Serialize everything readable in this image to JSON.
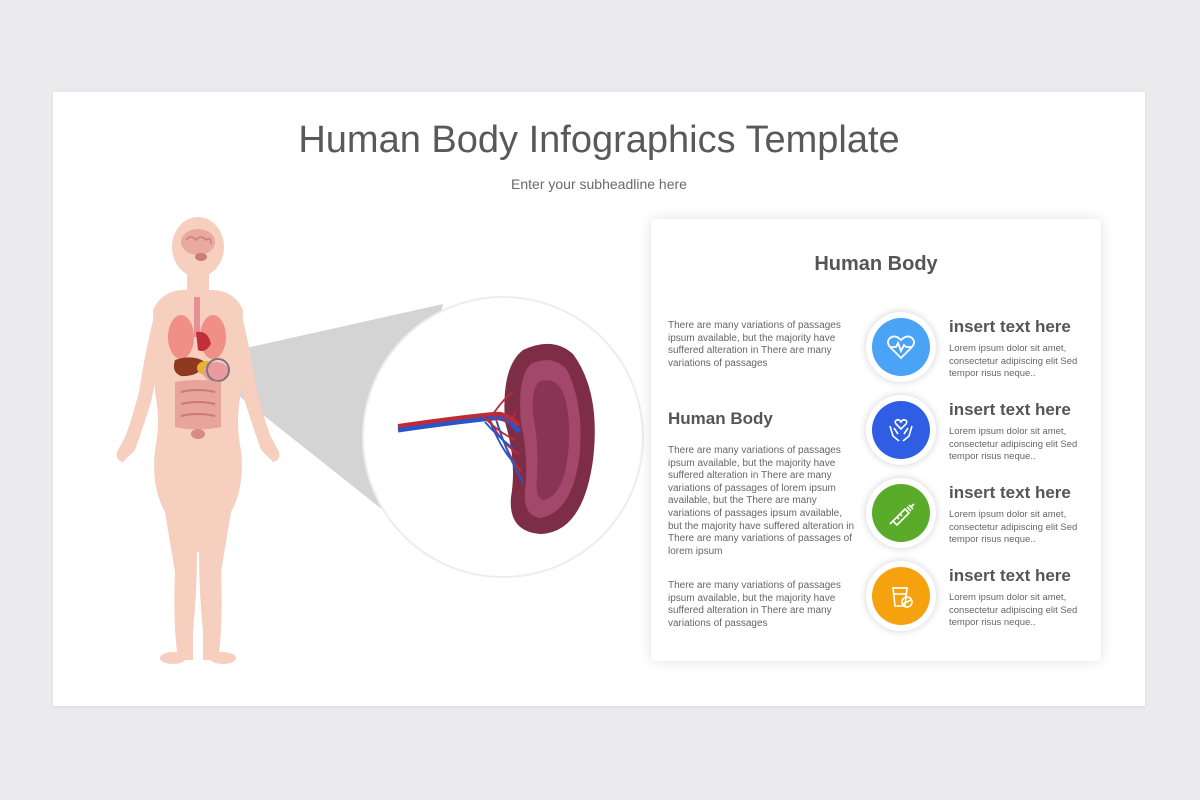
{
  "slide": {
    "title": "Human Body Infographics Template",
    "subtitle": "Enter your subheadline here"
  },
  "card": {
    "title": "Human Body",
    "left_heading": "Human Body",
    "paragraph_1": "There are many variations of passages ipsum available, but the majority have suffered alteration in There are many variations of passages",
    "paragraph_2": "There are many variations of passages ipsum available, but the majority have suffered alteration in There are many variations of passages of lorem ipsum available, but the There are many variations of passages ipsum available, but the majority have suffered alteration in There are many variations of passages of lorem ipsum",
    "paragraph_3": "There are many variations of passages ipsum available, but the majority have suffered alteration in There are many variations of passages",
    "items": [
      {
        "title": "insert text here",
        "desc": "Lorem ipsum dolor sit amet, consectetur adipiscing elit Sed tempor risus neque..",
        "color": "#4aa3f5",
        "icon": "heartbeat-icon"
      },
      {
        "title": "insert text here",
        "desc": "Lorem ipsum dolor sit amet, consectetur adipiscing elit Sed tempor risus neque..",
        "color": "#2f5de3",
        "icon": "hands-care-icon"
      },
      {
        "title": "insert text here",
        "desc": "Lorem ipsum dolor sit amet, consectetur adipiscing elit Sed tempor risus neque..",
        "color": "#5bab2b",
        "icon": "syringe-icon"
      },
      {
        "title": "insert text here",
        "desc": "Lorem ipsum dolor sit amet, consectetur adipiscing elit Sed tempor risus neque..",
        "color": "#f5a20e",
        "icon": "medicine-cup-icon"
      }
    ]
  },
  "colors": {
    "body_skin": "#f6cfbf",
    "organ": "#8c3a52",
    "vein_blue": "#2855c7",
    "artery_red": "#c02a34"
  }
}
